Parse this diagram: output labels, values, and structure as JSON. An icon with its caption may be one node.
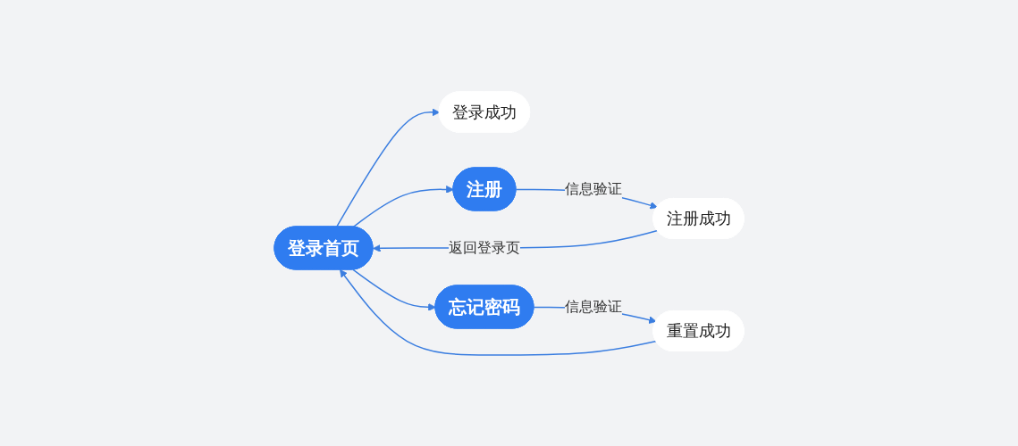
{
  "diagram": {
    "nodes": [
      {
        "text": [
          "登录首页"
        ]
      },
      {
        "text": [
          "登录成功"
        ]
      },
      {
        "text": [
          "注册"
        ]
      },
      {
        "text": [
          "注册成功"
        ]
      },
      {
        "text": [
          "忘记密码"
        ]
      },
      {
        "text": [
          "重置成功"
        ]
      }
    ],
    "edges": [
      {
        "from": 0,
        "to": 1,
        "arrow": "to"
      },
      {
        "from": 0,
        "to": 2,
        "arrow": "to"
      },
      {
        "from": 0,
        "to": 4,
        "arrow": "to"
      },
      {
        "from": 2,
        "to": 3,
        "label": "信息验证",
        "arrow": "to"
      },
      {
        "from": 4,
        "to": 5,
        "label": "信息验证",
        "arrow": "to"
      },
      {
        "from": 3,
        "to": 0,
        "label": "返回登录页",
        "arrow": "to"
      },
      {
        "from": 5,
        "to": 0,
        "arrow": "to"
      }
    ]
  }
}
